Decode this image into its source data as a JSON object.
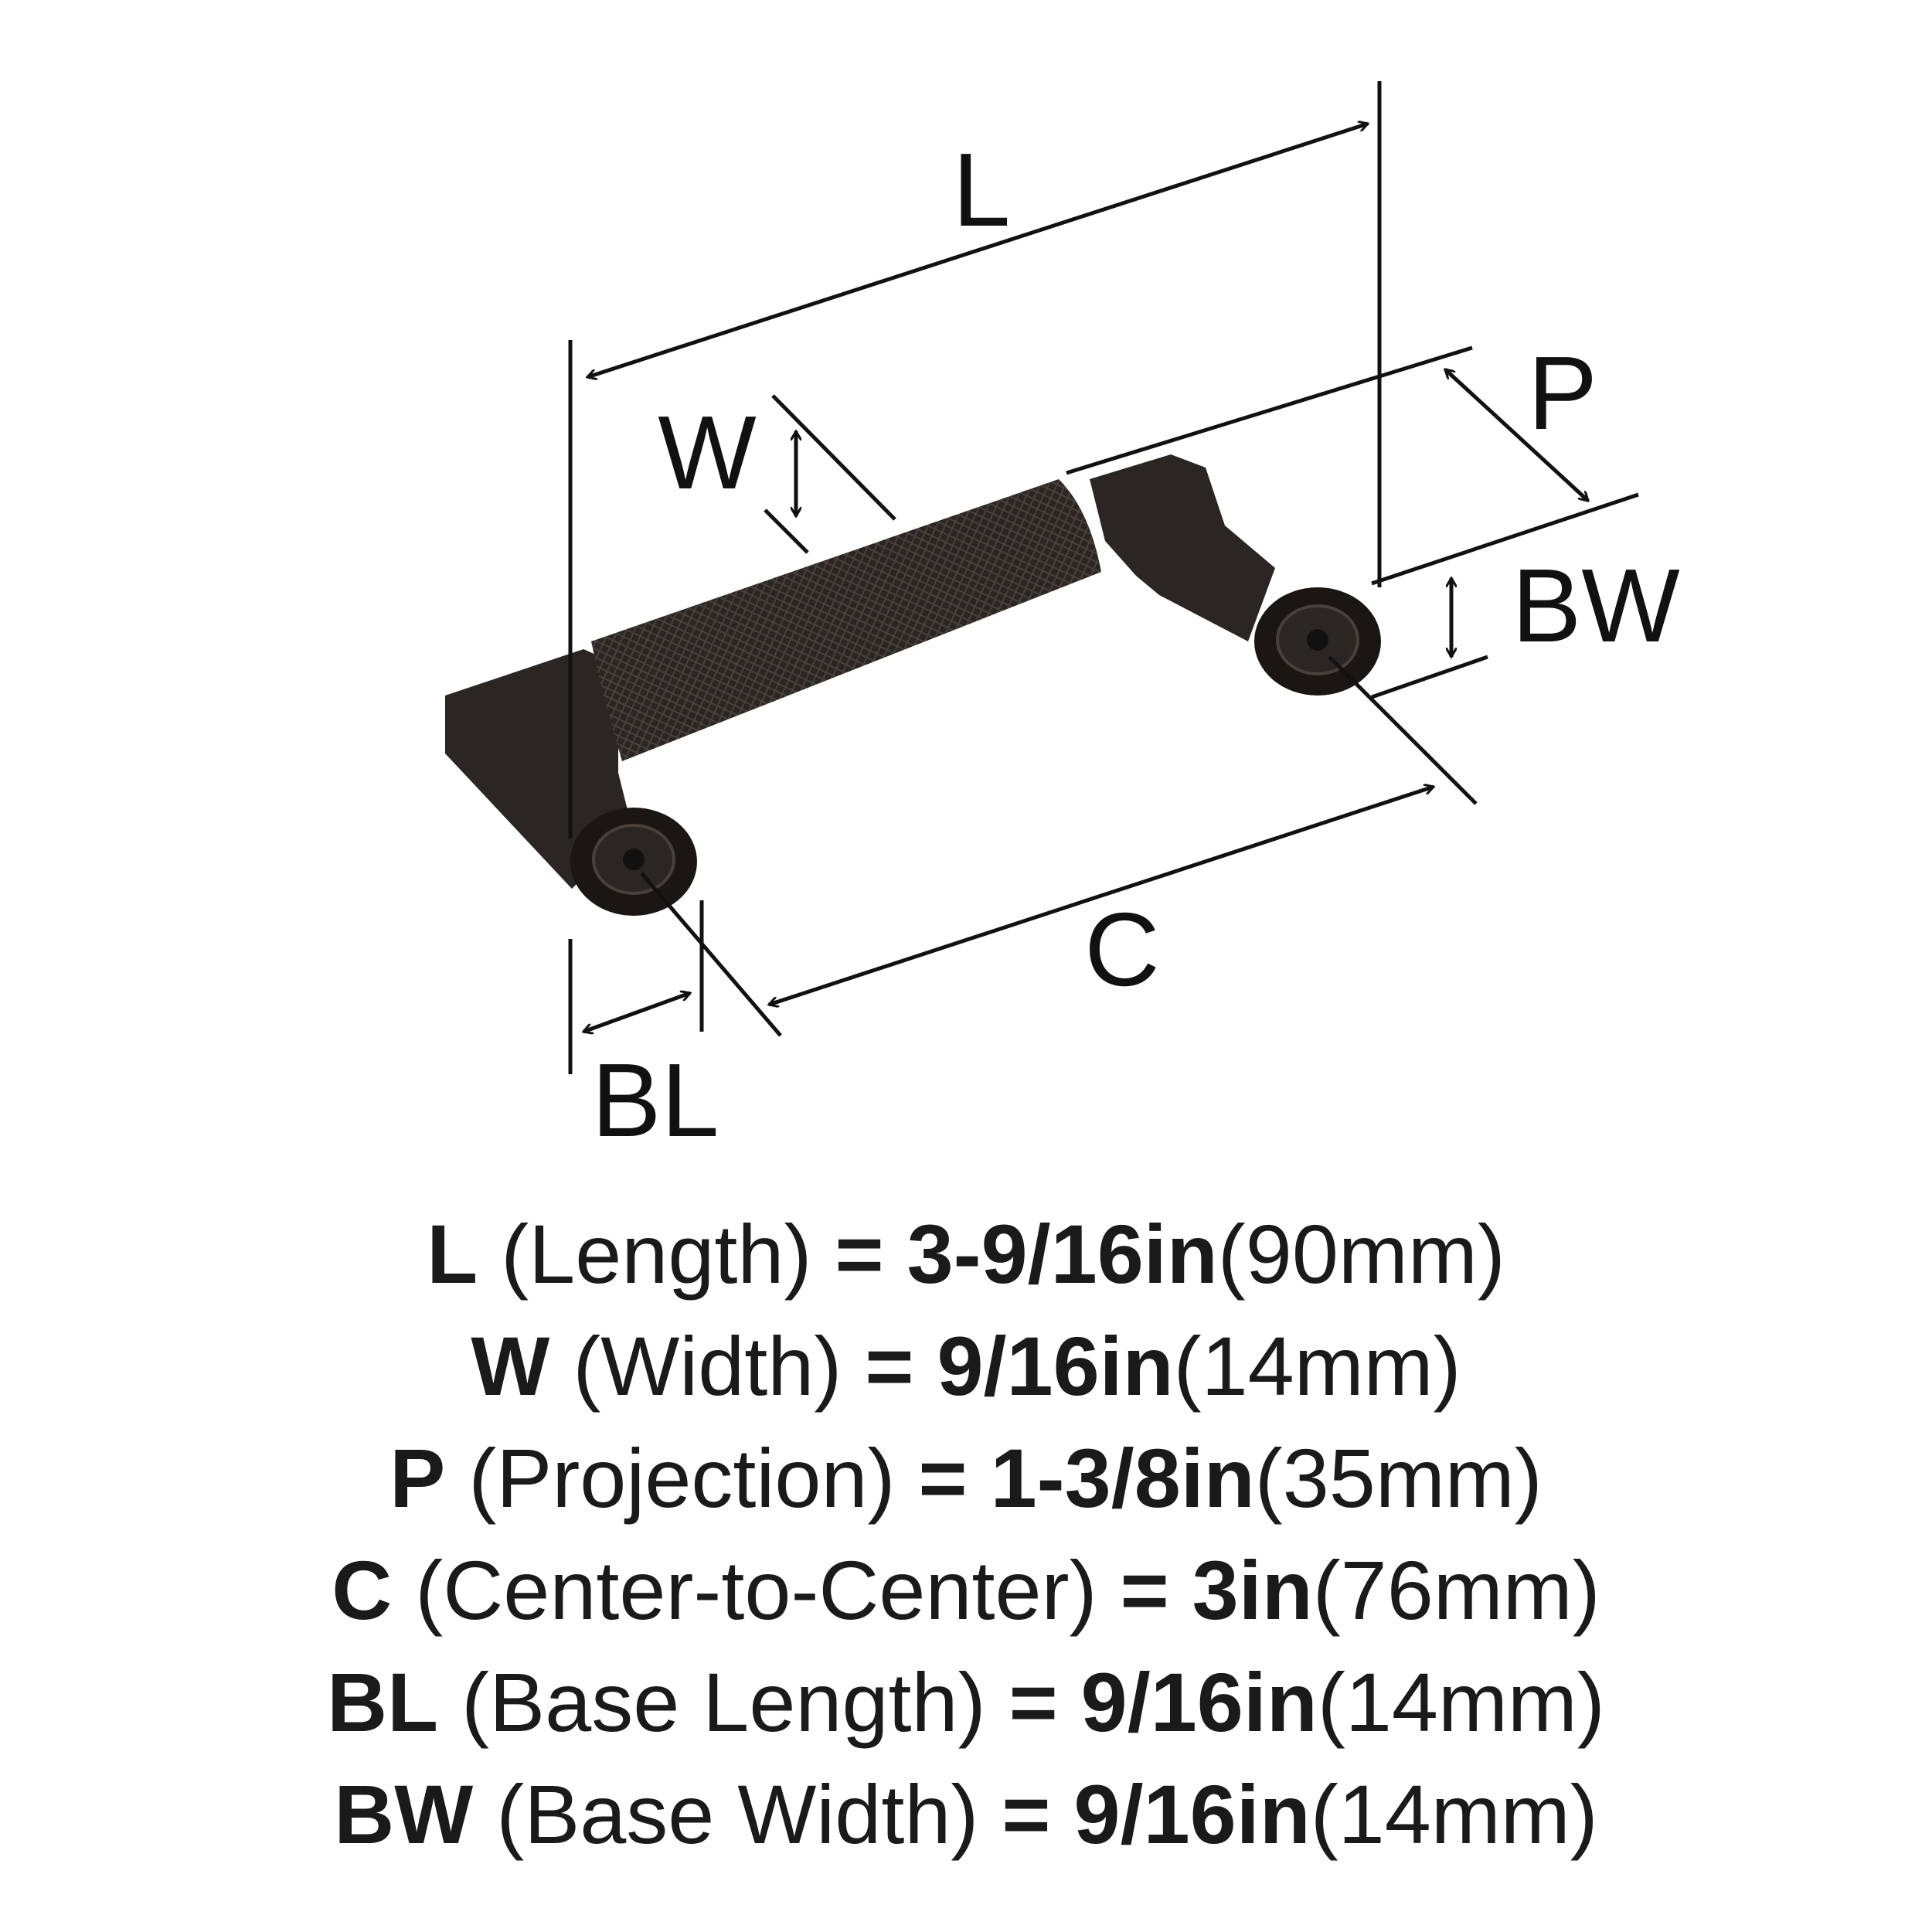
{
  "diagram": {
    "labels": {
      "L": "L",
      "W": "W",
      "P": "P",
      "BW": "BW",
      "C": "C",
      "BL": "BL"
    },
    "colors": {
      "line": "#111111",
      "finish": "#2b2623",
      "finish_dark": "#1a1614",
      "finish_light": "#4a403a"
    }
  },
  "specs": [
    {
      "code": "L",
      "name": "(Length)",
      "eq": "=",
      "imperial": "3-9/16in",
      "metric": "(90mm)"
    },
    {
      "code": "W",
      "name": "(Width)",
      "eq": "=",
      "imperial": "9/16in",
      "metric": "(14mm)"
    },
    {
      "code": "P",
      "name": "(Projection)",
      "eq": "=",
      "imperial": "1-3/8in",
      "metric": "(35mm)"
    },
    {
      "code": "C",
      "name": "(Center-to-Center)",
      "eq": "=",
      "imperial": "3in",
      "metric": "(76mm)"
    },
    {
      "code": "BL",
      "name": "(Base Length)",
      "eq": "=",
      "imperial": "9/16in",
      "metric": "(14mm)"
    },
    {
      "code": "BW",
      "name": "(Base Width)",
      "eq": "=",
      "imperial": "9/16in",
      "metric": "(14mm)"
    }
  ]
}
